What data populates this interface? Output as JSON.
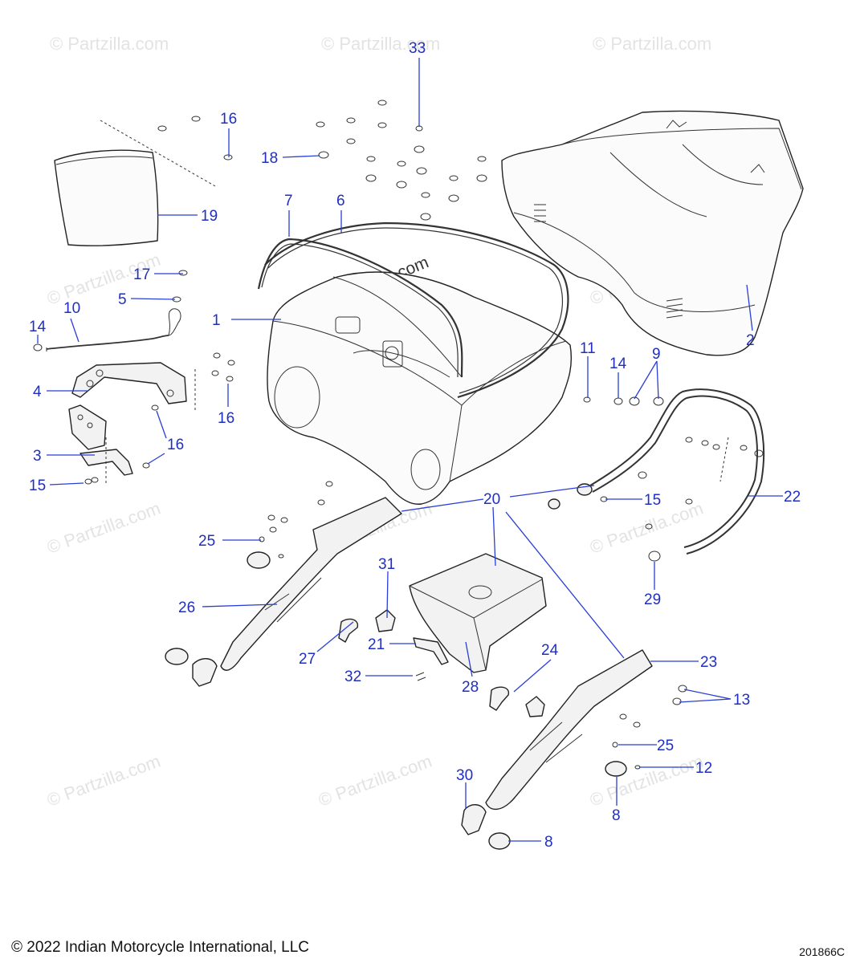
{
  "watermark": {
    "text": "© Partzilla.com",
    "central_text": "© Partzilla.com"
  },
  "callouts": {
    "c1": "1",
    "c2": "2",
    "c3": "3",
    "c4": "4",
    "c5": "5",
    "c6": "6",
    "c7": "7",
    "c8a": "8",
    "c8b": "8",
    "c9": "9",
    "c10": "10",
    "c11": "11",
    "c12": "12",
    "c13": "13",
    "c14a": "14",
    "c14b": "14",
    "c15a": "15",
    "c15b": "15",
    "c16a": "16",
    "c16b": "16",
    "c16c": "16",
    "c17": "17",
    "c18": "18",
    "c19": "19",
    "c20": "20",
    "c21": "21",
    "c22": "22",
    "c23": "23",
    "c24": "24",
    "c25a": "25",
    "c25b": "25",
    "c26": "26",
    "c27": "27",
    "c28": "28",
    "c29": "29",
    "c30": "30",
    "c31": "31",
    "c32": "32",
    "c33": "33"
  },
  "footer": {
    "copyright": "© 2022 Indian Motorcycle International, LLC",
    "diagram_id": "201866C"
  },
  "colors": {
    "callout": "#1f2fbf",
    "leader": "#2a3fd4",
    "line_art": "#222222",
    "watermark": "#e3e3e3"
  }
}
